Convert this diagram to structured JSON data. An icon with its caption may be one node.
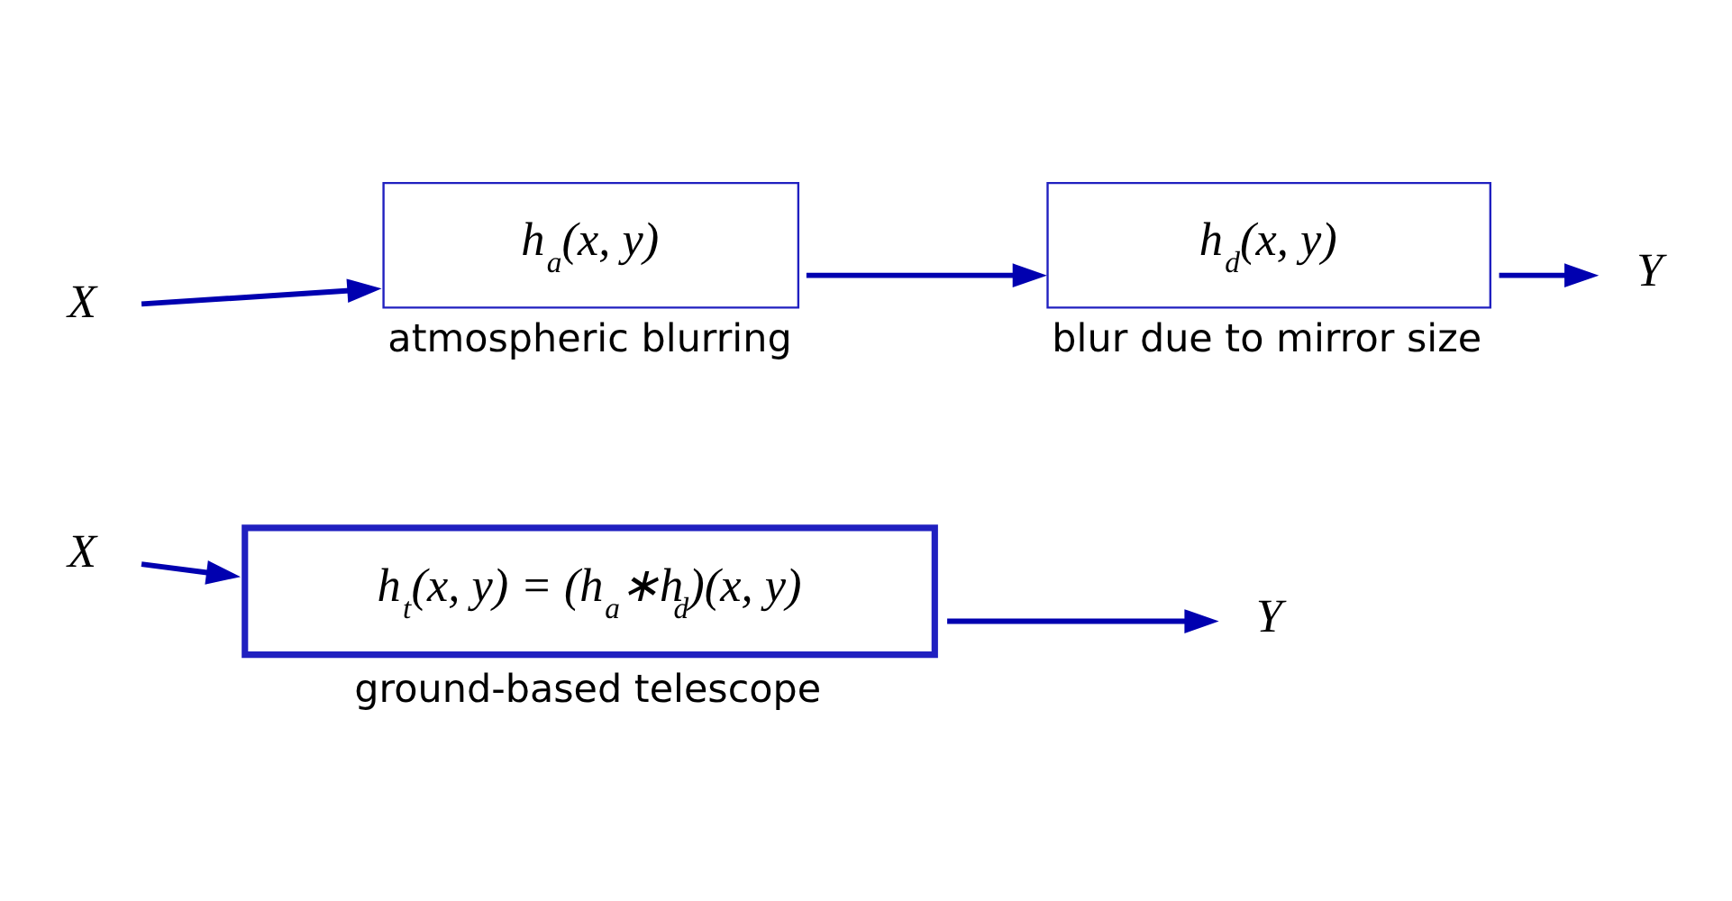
{
  "diagram": {
    "nodes": [
      {
        "text": [
          "X"
        ]
      },
      {
        "text": [
          "h$_{a}$(x, y)"
        ],
        "beside": [
          "atmospheric blurring"
        ]
      },
      {
        "text": [
          "h$_{d}$(x, y)"
        ],
        "beside": [
          "blur due to mirror size"
        ]
      },
      {
        "text": [
          "Y"
        ]
      },
      {
        "text": [
          "X"
        ]
      },
      {
        "text": [
          "h$_{t}$(x, y) = (h$_{a}$∗h$_{d}$)(x, y)"
        ],
        "beside": [
          "ground-based telescope"
        ]
      },
      {
        "text": [
          "Y"
        ]
      }
    ],
    "edges": [
      {
        "from": 0,
        "to": 1,
        "arrow": "to"
      },
      {
        "from": 1,
        "to": 2,
        "arrow": "to"
      },
      {
        "from": 2,
        "to": 3,
        "arrow": "to"
      },
      {
        "from": 4,
        "to": 5,
        "arrow": "to"
      },
      {
        "from": 5,
        "to": 6,
        "arrow": "to"
      }
    ]
  }
}
